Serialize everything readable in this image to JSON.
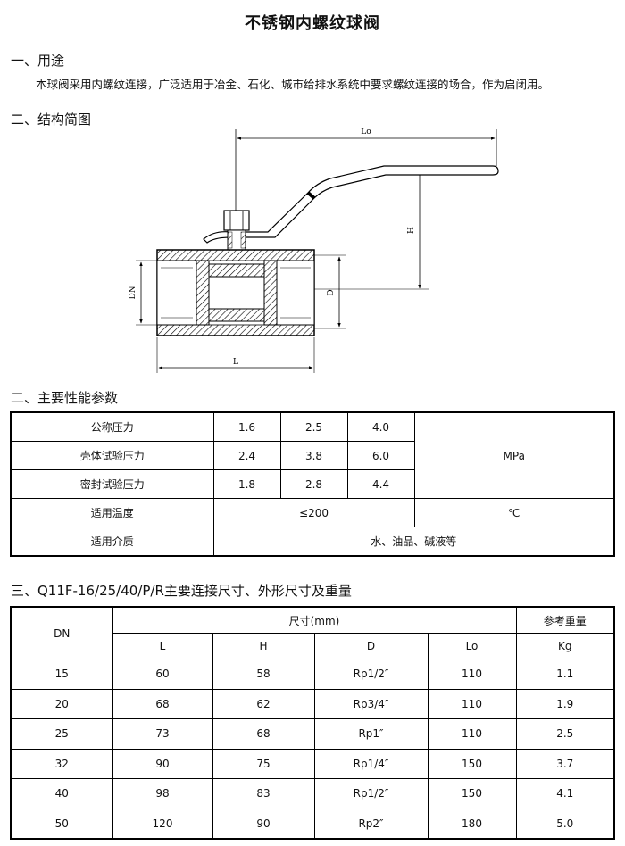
{
  "title": "不锈钢内螺纹球阀",
  "section1": {
    "heading": "一、用途",
    "text": "本球阀采用内螺纹连接，广泛适用于冶金、石化、城市给排水系统中要求螺纹连接的场合，作为启闭用。"
  },
  "section2": {
    "heading": "二、结构简图"
  },
  "diagram": {
    "labels": {
      "lo": "Lo",
      "h": "H",
      "dn": "DN",
      "d": "D",
      "l": "L"
    }
  },
  "section3": {
    "heading": "二、主要性能参数"
  },
  "performance": {
    "rows": [
      {
        "label": "公称压力",
        "values": [
          "1.6",
          "2.5",
          "4.0"
        ]
      },
      {
        "label": "壳体试验压力",
        "values": [
          "2.4",
          "3.8",
          "6.0"
        ]
      },
      {
        "label": "密封试验压力",
        "values": [
          "1.8",
          "2.8",
          "4.4"
        ]
      }
    ],
    "pressure_unit": "MPa",
    "temp_label": "适用温度",
    "temp_value": "≤200",
    "temp_unit": "℃",
    "medium_label": "适用介质",
    "medium_value": "水、油品、碱液等"
  },
  "section4": {
    "heading": "三、Q11F-16/25/40/P/R主要连接尺寸、外形尺寸及重量"
  },
  "dimensions": {
    "dn_header": "DN",
    "size_header": "尺寸(mm)",
    "weight_header": "参考重量",
    "cols": [
      "L",
      "H",
      "D",
      "Lo"
    ],
    "weight_unit": "Kg",
    "rows": [
      [
        "15",
        "60",
        "58",
        "Rp1/2″",
        "110",
        "1.1"
      ],
      [
        "20",
        "68",
        "62",
        "Rp3/4″",
        "110",
        "1.9"
      ],
      [
        "25",
        "73",
        "68",
        "Rp1″",
        "110",
        "2.5"
      ],
      [
        "32",
        "90",
        "75",
        "Rp1/4″",
        "150",
        "3.7"
      ],
      [
        "40",
        "98",
        "83",
        "Rp1/2″",
        "150",
        "4.1"
      ],
      [
        "50",
        "120",
        "90",
        "Rp2″",
        "180",
        "5.0"
      ]
    ]
  }
}
